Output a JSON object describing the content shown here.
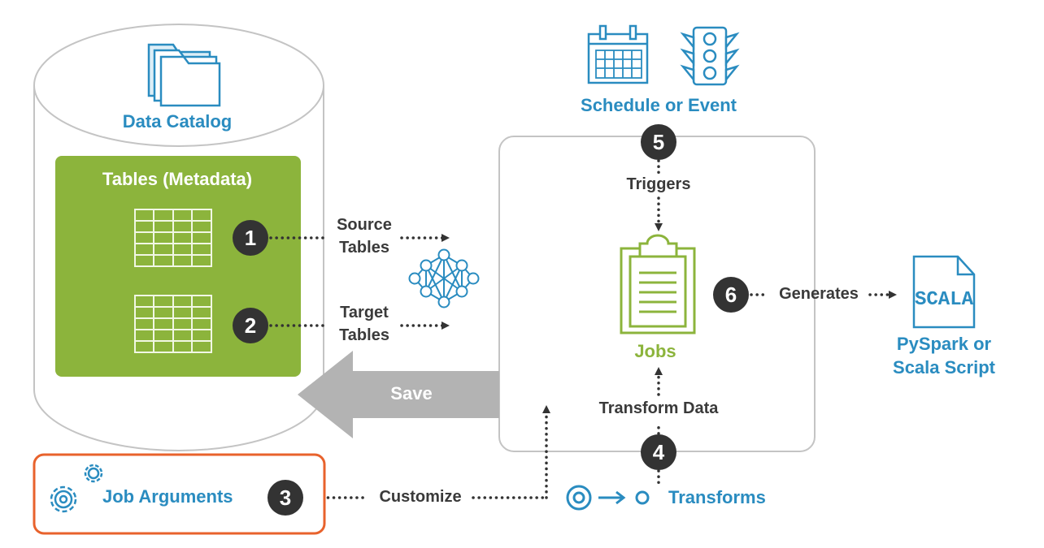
{
  "catalog": {
    "title": "Data Catalog"
  },
  "tables_box": {
    "title": "Tables (Metadata)"
  },
  "steps": {
    "s1": "1",
    "s2": "2",
    "s3": "3",
    "s4": "4",
    "s5": "5",
    "s6": "6"
  },
  "edges": {
    "source_tables": [
      "Source",
      "Tables"
    ],
    "target_tables": [
      "Target",
      "Tables"
    ],
    "save": "Save",
    "triggers": "Triggers",
    "transform_data": "Transform Data",
    "generates": "Generates",
    "customize": "Customize"
  },
  "schedule": {
    "label": "Schedule or Event"
  },
  "jobs": {
    "label": "Jobs"
  },
  "script": {
    "file_text": "SCALA",
    "label": [
      "PySpark or",
      "Scala Script"
    ]
  },
  "job_arguments": {
    "label": "Job Arguments"
  },
  "transforms": {
    "label": "Transforms"
  },
  "colors": {
    "blue": "#2a8cc0",
    "green": "#8cb43c",
    "orange": "#e8622c",
    "gray": "#b3b3b3",
    "dark": "#333333"
  }
}
